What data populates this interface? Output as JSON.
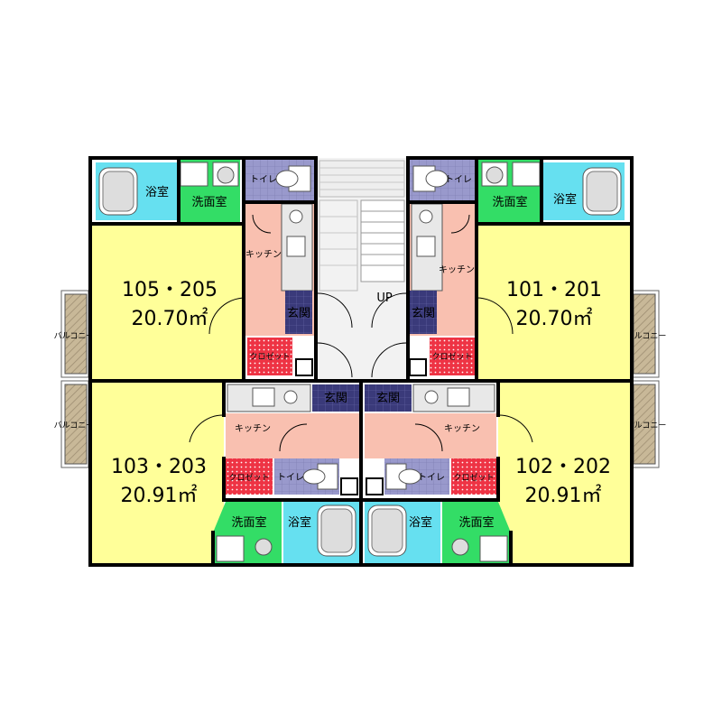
{
  "units": [
    {
      "number": "105・205",
      "area": "20.70㎡"
    },
    {
      "number": "101・201",
      "area": "20.70㎡"
    },
    {
      "number": "103・203",
      "area": "20.91㎡"
    },
    {
      "number": "102・202",
      "area": "20.91㎡"
    }
  ],
  "rooms": {
    "bath": "浴室",
    "washroom": "洗面室",
    "toilet": "トイレ",
    "kitchen": "キッチン",
    "entrance": "玄関",
    "closet": "クロゼット",
    "balcony": "バルコニー"
  },
  "stairs_label": "UP",
  "colors": {
    "room_yellow": "#ffff99",
    "kitchen_salmon": "#f9c0b0",
    "bath_cyan": "#66e0f0",
    "washroom_green": "#33dd66",
    "toilet_lavender": "#9999cc",
    "entrance_navy": "#333377",
    "closet_red": "#ee3344",
    "balcony_tan": "#c8b898",
    "wall": "#000000"
  }
}
